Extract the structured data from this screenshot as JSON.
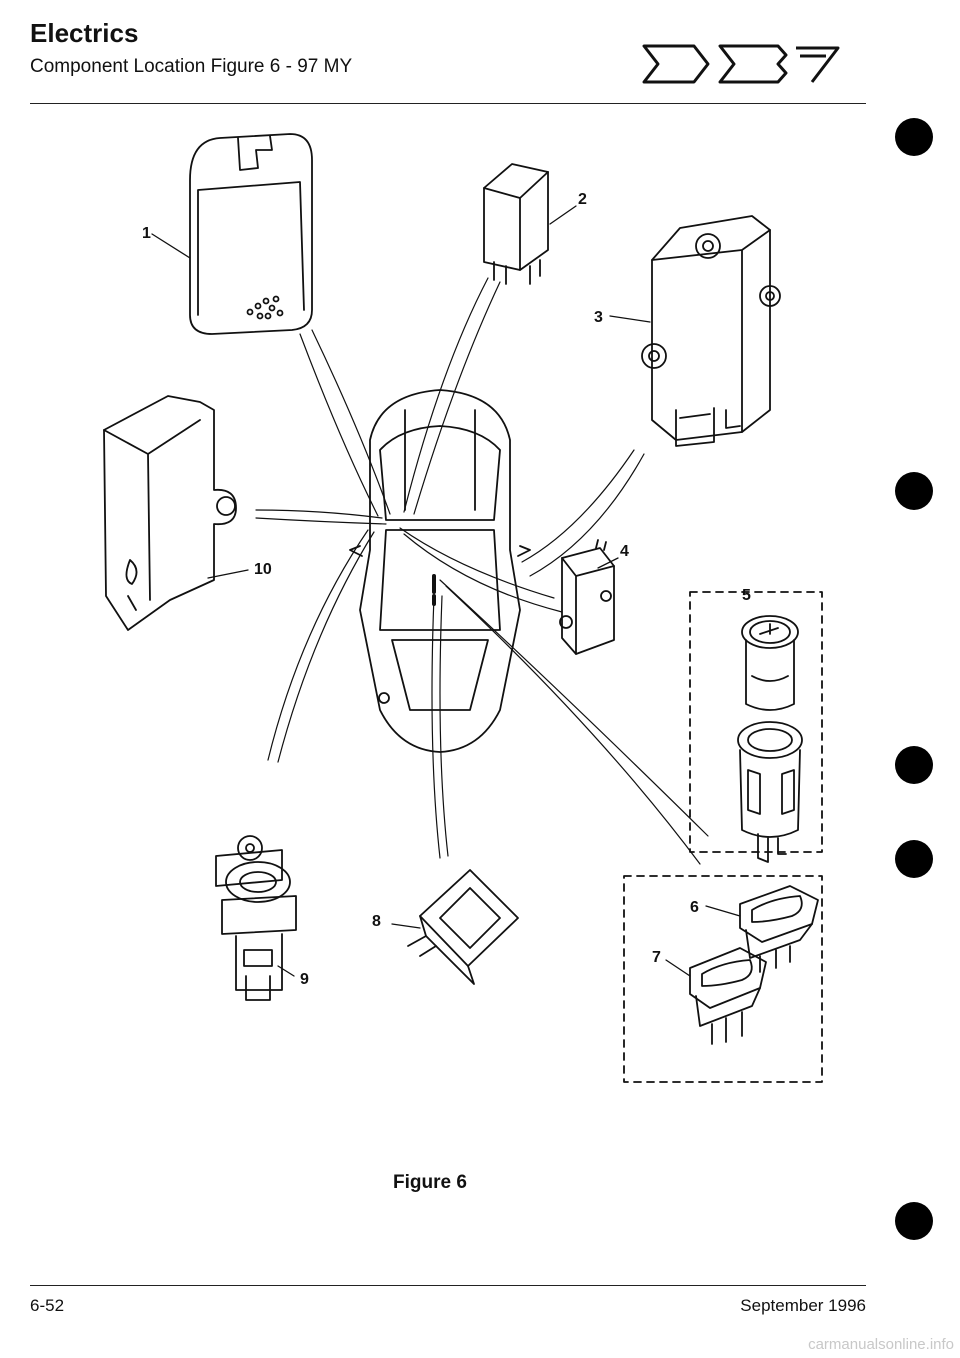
{
  "header": {
    "title": "Electrics",
    "subtitle": "Component Location Figure 6 - 97 MY",
    "logo_icon": "db7-logo-icon"
  },
  "callouts": [
    "1",
    "2",
    "3",
    "4",
    "5",
    "6",
    "7",
    "8",
    "9",
    "10"
  ],
  "caption": "Figure 6",
  "footer": {
    "page_number": "6-52",
    "date": "September 1996"
  },
  "watermark": "carmanualsonline.info",
  "colors": {
    "ink": "#111111",
    "paper": "#ffffff",
    "watermark": "#c8c8c8"
  }
}
